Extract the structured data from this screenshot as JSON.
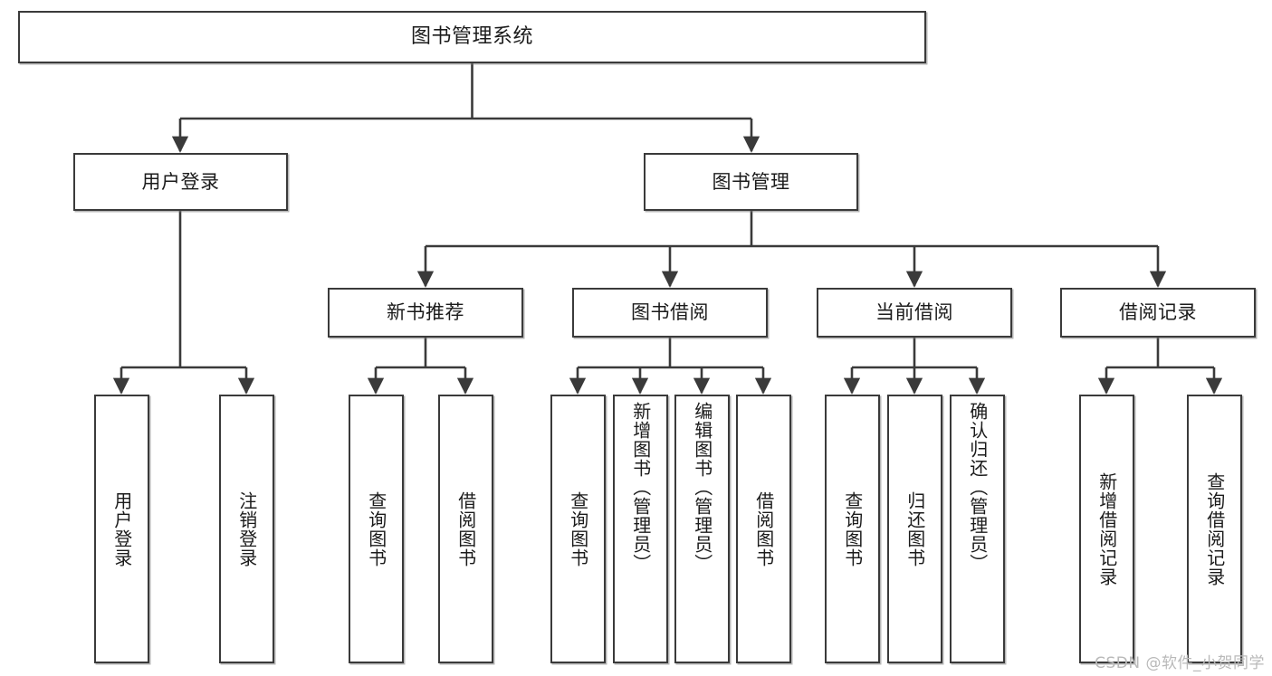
{
  "diagram": {
    "type": "tree-hierarchy-chart",
    "title": "图书管理系统",
    "line_color": "#3a3a3a",
    "box_fill": "#ffffff",
    "text_color": "#1b1b1b",
    "watermark": "CSDN @软件_小贺同学",
    "root": {
      "id": "root",
      "label": "图书管理系统"
    },
    "level2": [
      {
        "id": "user-login",
        "label": "用户登录"
      },
      {
        "id": "book-manage",
        "label": "图书管理"
      }
    ],
    "level3": [
      {
        "id": "new-book-recommend",
        "label": "新书推荐",
        "parent": "book-manage"
      },
      {
        "id": "book-borrow",
        "label": "图书借阅",
        "parent": "book-manage"
      },
      {
        "id": "current-borrow",
        "label": "当前借阅",
        "parent": "book-manage"
      },
      {
        "id": "borrow-record",
        "label": "借阅记录",
        "parent": "book-manage"
      }
    ],
    "leaves": {
      "user-login": [
        {
          "id": "leaf-user-login",
          "label": "用户登录"
        },
        {
          "id": "leaf-logout",
          "label": "注销登录"
        }
      ],
      "new-book-recommend": [
        {
          "id": "leaf-query-book-1",
          "label": "查询图书"
        },
        {
          "id": "leaf-borrow-book-1",
          "label": "借阅图书"
        }
      ],
      "book-borrow": [
        {
          "id": "leaf-query-book-2",
          "label": "查询图书"
        },
        {
          "id": "leaf-add-book",
          "label": "新增图书（管理员）"
        },
        {
          "id": "leaf-edit-book",
          "label": "编辑图书（管理员）"
        },
        {
          "id": "leaf-borrow-book-2",
          "label": "借阅图书"
        }
      ],
      "current-borrow": [
        {
          "id": "leaf-query-book-3",
          "label": "查询图书"
        },
        {
          "id": "leaf-return-book",
          "label": "归还图书"
        },
        {
          "id": "leaf-confirm-return",
          "label": "确认归还（管理员）"
        }
      ],
      "borrow-record": [
        {
          "id": "leaf-add-record",
          "label": "新增借阅记录"
        },
        {
          "id": "leaf-query-record",
          "label": "查询借阅记录"
        }
      ]
    }
  }
}
